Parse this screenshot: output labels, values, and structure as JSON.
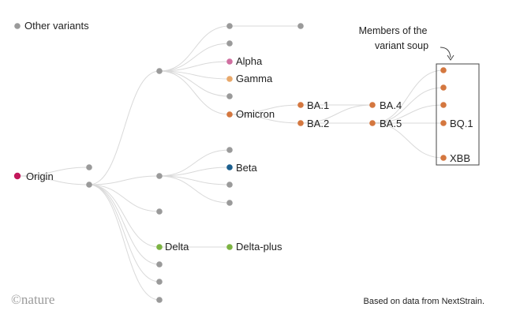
{
  "legend": {
    "label": "Other variants"
  },
  "annotation": {
    "line1": "Members of the",
    "line2": "variant soup"
  },
  "labels": {
    "origin": "Origin",
    "alpha": "Alpha",
    "gamma": "Gamma",
    "omicron": "Omicron",
    "ba1": "BA.1",
    "ba2": "BA.2",
    "ba4": "BA.4",
    "ba5": "BA.5",
    "bq1": "BQ.1",
    "xbb": "XBB",
    "beta": "Beta",
    "delta": "Delta",
    "delta_plus": "Delta-plus"
  },
  "footer": {
    "logo": "©nature",
    "credit": "Based on data from NextStrain."
  },
  "colors": {
    "other": "#9a9a9a",
    "origin": "#c2185b",
    "alpha": "#d06fa0",
    "gamma": "#e8a86a",
    "omicron": "#d4773f",
    "beta": "#1c5f8e",
    "delta": "#7cb342",
    "edge": "#d9d9d9"
  }
}
